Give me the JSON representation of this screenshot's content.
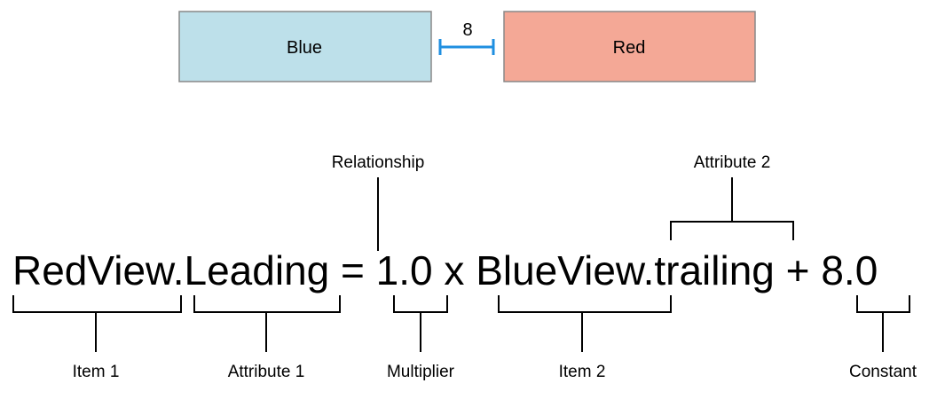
{
  "colors": {
    "blue_fill": "#bde0ea",
    "red_fill": "#f4a896",
    "box_stroke": "#888888",
    "spacer": "#1f8fe0",
    "bracket": "#000000"
  },
  "views": {
    "blue_label": "Blue",
    "red_label": "Red",
    "spacing_value": "8"
  },
  "equation": {
    "item1": "RedView",
    "dot1": ".",
    "attribute1": "Leading",
    "relation": " = ",
    "multiplier": "1.0",
    "times": " x ",
    "item2": "BlueView",
    "dot2": ".",
    "attribute2": "trailing",
    "plus": " + ",
    "constant": "8.0"
  },
  "labels": {
    "item1": "Item 1",
    "attribute1": "Attribute 1",
    "relationship": "Relationship",
    "multiplier": "Multiplier",
    "item2": "Item 2",
    "attribute2": "Attribute 2",
    "constant": "Constant"
  }
}
